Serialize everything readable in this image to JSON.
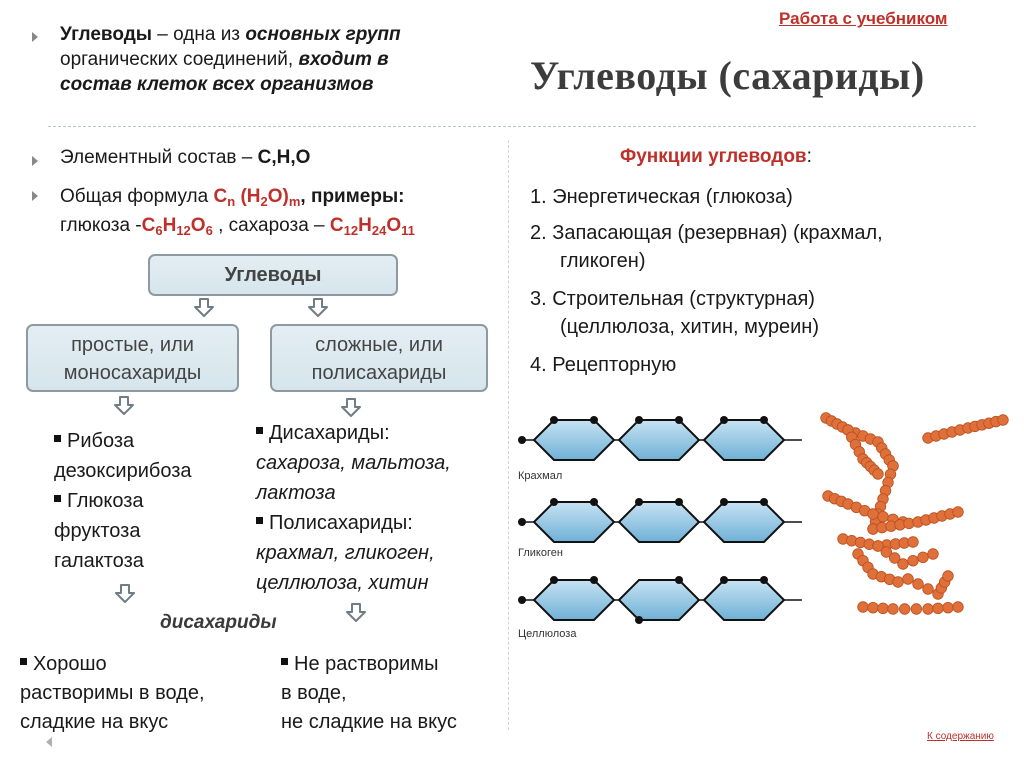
{
  "header": {
    "link_textbook": "Работа с учебником",
    "title": "Углеводы (сахариды)"
  },
  "intro": {
    "term": "Углеводы",
    "dash": " – одна из ",
    "groups": "основных групп",
    "line2": "органических соединений, ",
    "enters": "входит в",
    "line3": "состав клеток всех организмов"
  },
  "composition": {
    "label": "Элементный состав – ",
    "value": "С,Н,О"
  },
  "formula": {
    "label": "Общая формула ",
    "f_c": "C",
    "f_n": "n",
    "f_h2o": " (H",
    "f_2": "2",
    "f_o": "O)",
    "f_m": "m",
    "examples": ", примеры:",
    "glucose_label": "глюкоза -",
    "glucose": [
      "C",
      "6",
      "H",
      "12",
      "O",
      "6"
    ],
    "sep": " , сахароза – ",
    "sucrose": [
      "C",
      "12",
      "H",
      "24",
      "O",
      "11"
    ]
  },
  "diagram": {
    "root": "Углеводы",
    "simple": [
      "простые, или",
      "моносахариды"
    ],
    "complex": [
      "сложные, или",
      "полисахариды"
    ],
    "simple_items": [
      "Рибоза",
      "дезоксирибоза",
      "Глюкоза",
      "фруктоза",
      "галактоза"
    ],
    "disaccharides_label": "Дисахариды:",
    "disaccharides": [
      "сахароза, мальтоза,",
      "лактоза"
    ],
    "polysaccharides_label": "Полисахариды:",
    "polysaccharides": [
      "крахмал, гликоген,",
      "целлюлоза, хитин"
    ],
    "disaccharides_note": "дисахариды"
  },
  "bottom": {
    "left": [
      "Хорошо",
      "растворимы в воде,",
      "сладкие на вкус"
    ],
    "right": [
      "Не растворимы",
      "в воде,",
      "не сладкие на вкус"
    ]
  },
  "functions": {
    "heading": "Функции углеводов",
    "colon": ":",
    "items": [
      [
        "1. Энергетическая (глюкоза)"
      ],
      [
        "2. Запасающая (резервная) (крахмал,",
        "гликоген)"
      ],
      [
        "3. Строительная (структурная)",
        "(целлюлоза, хитин, муреин)"
      ],
      [
        "4. Рецепторную"
      ]
    ]
  },
  "figure": {
    "labels": [
      "Крахмал",
      "Гликоген",
      "Целлюлоза"
    ]
  },
  "footer": {
    "contents_link": "К содержанию"
  },
  "colors": {
    "accent_red": "#c0302a",
    "box_border": "#8e9aa2",
    "box_fill": "#dbe9ef",
    "bead": "#e0703a"
  }
}
